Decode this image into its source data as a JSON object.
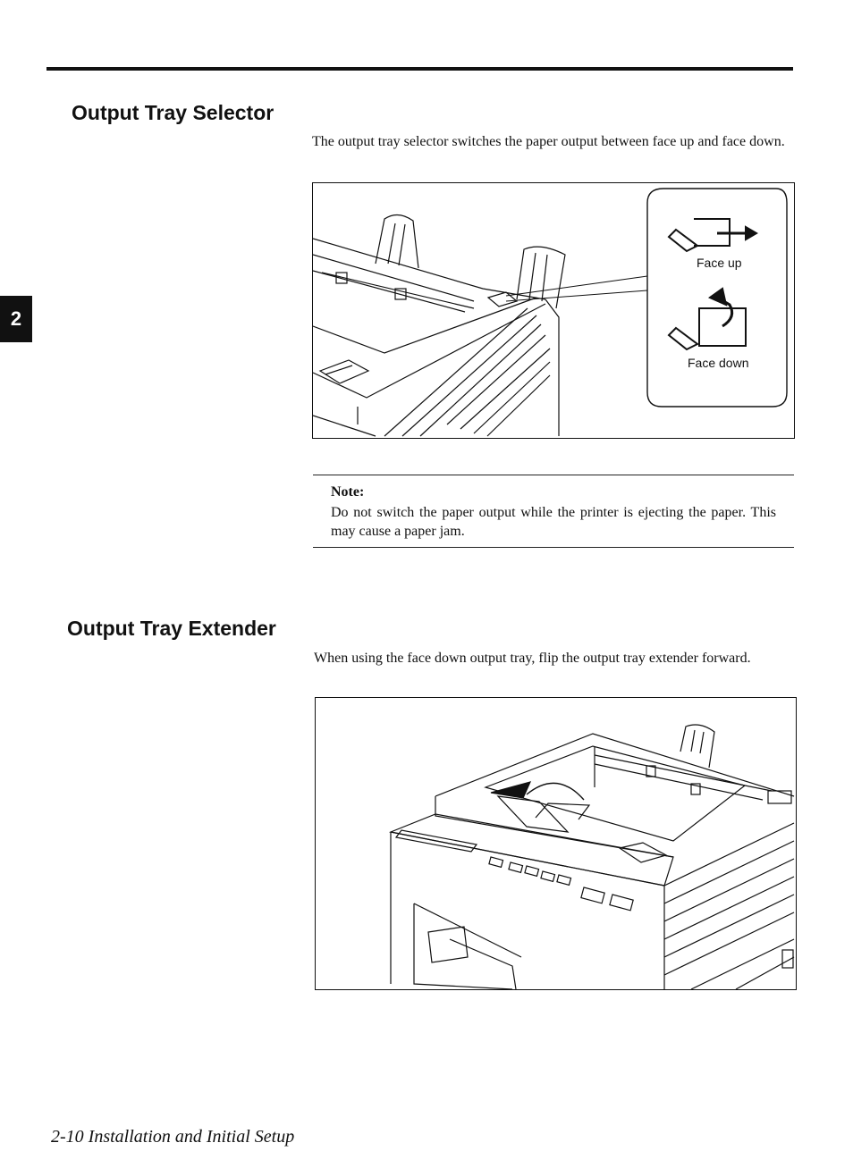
{
  "section1": {
    "title": "Output Tray Selector",
    "body": "The output tray selector switches the paper output between face up and face down.",
    "figure": {
      "callout_face_up": "Face up",
      "callout_face_down": "Face down"
    },
    "note": {
      "heading": "Note:",
      "body": "Do not switch the paper output while the printer is ejecting the paper. This may cause a paper jam."
    }
  },
  "section2": {
    "title": "Output Tray Extender",
    "body": "When using the face down output tray, flip the output tray extender forward."
  },
  "chapter_tab": "2",
  "footer": "2-10   Installation and Initial Setup"
}
